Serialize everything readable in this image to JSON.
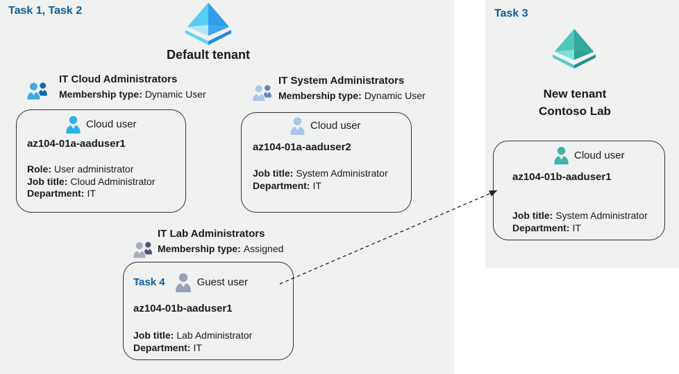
{
  "labels": {
    "task12": "Task 1, Task 2",
    "task3": "Task 3"
  },
  "tenants": {
    "default_tenant": {
      "name": "Default tenant"
    },
    "new_tenant": {
      "name_line1": "New tenant",
      "name_line2": "Contoso Lab"
    }
  },
  "groups": [
    {
      "name": "IT Cloud Administrators",
      "membership_label": "Membership type:",
      "membership_value": "Dynamic User"
    },
    {
      "name": "IT System Administrators",
      "membership_label": "Membership type:",
      "membership_value": "Dynamic User"
    },
    {
      "name": "IT Lab Administrators",
      "membership_label": "Membership type:",
      "membership_value": "Assigned"
    }
  ],
  "users": [
    {
      "type_label": "Cloud user",
      "name": "az104-01a-aaduser1",
      "fields": [
        {
          "label": "Role:",
          "value": "User administrator"
        },
        {
          "label": "Job title:",
          "value": "Cloud Administrator"
        },
        {
          "label": "Department:",
          "value": "IT"
        }
      ]
    },
    {
      "type_label": "Cloud user",
      "name": "az104-01a-aaduser2",
      "fields": [
        {
          "label": "Job title:",
          "value": "System Administrator"
        },
        {
          "label": "Department:",
          "value": "IT"
        }
      ]
    },
    {
      "task_label": "Task 4",
      "type_label": "Guest user",
      "name": "az104-01b-aaduser1",
      "fields": [
        {
          "label": "Job title:",
          "value": "Lab Administrator"
        },
        {
          "label": "Department:",
          "value": "IT"
        }
      ]
    },
    {
      "type_label": "Cloud user",
      "name": "az104-01b-aaduser1",
      "fields": [
        {
          "label": "Job title:",
          "value": "System Administrator"
        },
        {
          "label": "Department:",
          "value": "IT"
        }
      ]
    }
  ],
  "colors": {
    "panel_bg": "#f0f1f1",
    "text": "#1a1a1a",
    "task_blue": "#0e5e97",
    "card_border": "#2f2f2f",
    "arrow": "#222222",
    "tenant_blue_left": "#55cdf4",
    "tenant_blue_right": "#2e9fe8",
    "tenant_blue_inner_left": "#aee4fa",
    "tenant_blue_inner_right": "#3ea6ec",
    "tenant_blue_base_left": "#66d2f5",
    "tenant_blue_base_right": "#1e8de0",
    "tenant_teal_left": "#53c6ba",
    "tenant_teal_right": "#35a89b",
    "tenant_teal_inner_left": "#7ce0d3",
    "tenant_teal_inner_right": "#2fa093",
    "tenant_teal_base_left": "#55cfc1",
    "tenant_teal_base_right": "#1f9489",
    "group1_front": "#41a7e0",
    "group1_back": "#0f68b2",
    "group2_front": "#a9c7ea",
    "group2_back": "#6186c0",
    "group3_front": "#a9acc1",
    "group3_back": "#50547a",
    "user_cloud_bright": "#2eb1e8",
    "user_cloud_steel": "#a8c6e9",
    "user_guest": "#9aa0b5",
    "user_cloud_teal": "#41b2a8"
  }
}
